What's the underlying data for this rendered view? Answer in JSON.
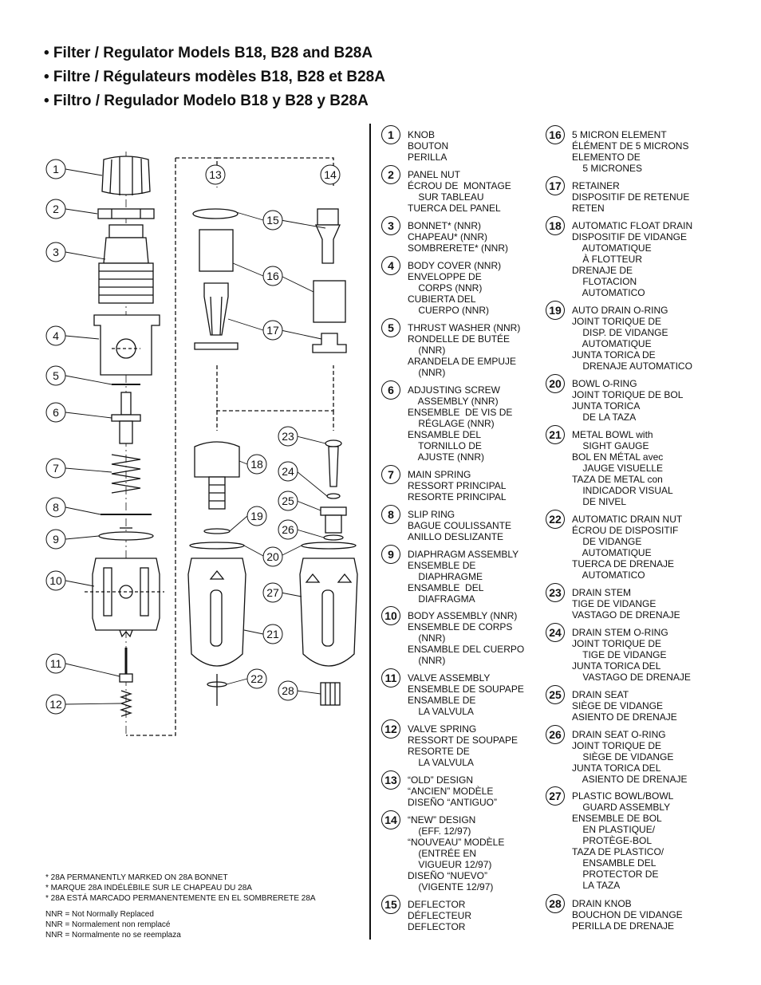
{
  "titles": [
    "• Filter / Regulator Models B18, B28 and B28A",
    "• Filtre / Régulateurs modèles B18, B28 et B28A",
    "• Filtro / Regulador Modelo B18 y B28 y B28A"
  ],
  "callouts": [
    "1",
    "2",
    "3",
    "4",
    "5",
    "6",
    "7",
    "8",
    "9",
    "10",
    "11",
    "12",
    "13",
    "14",
    "15",
    "16",
    "17",
    "18",
    "19",
    "20",
    "21",
    "22",
    "23",
    "24",
    "25",
    "26",
    "27",
    "28"
  ],
  "parts_left": [
    {
      "num": "1",
      "lines": [
        "KNOB",
        "BOUTON",
        "PERILLA"
      ]
    },
    {
      "num": "2",
      "lines": [
        "PANEL NUT",
        "ÉCROU DE  MONTAGE",
        "    SUR TABLEAU",
        "TUERCA DEL PANEL"
      ]
    },
    {
      "num": "3",
      "lines": [
        "BONNET* (NNR)",
        "CHAPEAU* (NNR)",
        "SOMBRERETE* (NNR)"
      ]
    },
    {
      "num": "4",
      "lines": [
        "BODY COVER (NNR)",
        "ENVELOPPE DE",
        "    CORPS (NNR)",
        "CUBIERTA DEL",
        "    CUERPO (NNR)"
      ]
    },
    {
      "num": "5",
      "lines": [
        "THRUST WASHER (NNR)",
        "RONDELLE DE BUTÉE",
        "    (NNR)",
        "ARANDELA DE EMPUJE",
        "    (NNR)"
      ]
    },
    {
      "num": "6",
      "lines": [
        "ADJUSTING SCREW",
        "    ASSEMBLY (NNR)",
        "ENSEMBLE  DE VIS DE",
        "    RÉGLAGE (NNR)",
        "ENSAMBLE DEL",
        "    TORNILLO DE",
        "    AJUSTE (NNR)"
      ]
    },
    {
      "num": "7",
      "lines": [
        "MAIN SPRING",
        "RESSORT PRINCIPAL",
        "RESORTE PRINCIPAL"
      ]
    },
    {
      "num": "8",
      "lines": [
        "SLIP RING",
        "BAGUE COULISSANTE",
        "ANILLO DESLIZANTE"
      ]
    },
    {
      "num": "9",
      "lines": [
        "DIAPHRAGM ASSEMBLY",
        "ENSEMBLE DE",
        "    DIAPHRAGME",
        "ENSAMBLE  DEL",
        "    DIAFRAGMA"
      ]
    },
    {
      "num": "10",
      "lines": [
        "BODY ASSEMBLY (NNR)",
        "ENSEMBLE DE CORPS",
        "    (NNR)",
        "ENSAMBLE DEL CUERPO",
        "    (NNR)"
      ]
    },
    {
      "num": "11",
      "lines": [
        "VALVE ASSEMBLY",
        "ENSEMBLE DE SOUPAPE",
        "ENSAMBLE DE",
        "    LA VALVULA"
      ]
    },
    {
      "num": "12",
      "lines": [
        "VALVE SPRING",
        "RESSORT DE SOUPAPE",
        "RESORTE DE",
        "    LA VALVULA"
      ]
    },
    {
      "num": "13",
      "lines": [
        "“OLD” DESIGN",
        "“ANCIEN” MODÈLE",
        "DISEÑO “ANTIGUO”"
      ]
    },
    {
      "num": "14",
      "lines": [
        "“NEW” DESIGN",
        "    (EFF. 12/97)",
        "“NOUVEAU” MODÈLE",
        "    (ENTRÉE EN",
        "    VIGUEUR 12/97)",
        "DISEÑO “NUEVO”",
        "    (VIGENTE 12/97)"
      ]
    },
    {
      "num": "15",
      "lines": [
        "DEFLECTOR",
        "DÉFLECTEUR",
        "DEFLECTOR"
      ]
    }
  ],
  "parts_right": [
    {
      "num": "16",
      "lines": [
        "5 MICRON ELEMENT",
        "ÉLÉMENT DE 5 MICRONS",
        "ELEMENTO DE",
        "    5 MICRONES"
      ]
    },
    {
      "num": "17",
      "lines": [
        "RETAINER",
        "DISPOSITIF DE RETENUE",
        "RETEN"
      ]
    },
    {
      "num": "18",
      "lines": [
        "AUTOMATIC FLOAT DRAIN",
        "DISPOSITIF DE VIDANGE",
        "    AUTOMATIQUE",
        "    À FLOTTEUR",
        "DRENAJE DE",
        "    FLOTACION",
        "    AUTOMATICO"
      ]
    },
    {
      "num": "19",
      "lines": [
        "AUTO DRAIN O-RING",
        "JOINT TORIQUE DE",
        "    DISP. DE VIDANGE",
        "    AUTOMATIQUE",
        "JUNTA TORICA DE",
        "    DRENAJE AUTOMATICO"
      ]
    },
    {
      "num": "20",
      "lines": [
        "BOWL O-RING",
        "JOINT TORIQUE DE BOL",
        "JUNTA TORICA",
        "    DE LA TAZA"
      ]
    },
    {
      "num": "21",
      "lines": [
        "METAL BOWL with",
        "    SIGHT GAUGE",
        "BOL EN MÉTAL avec",
        "    JAUGE VISUELLE",
        "TAZA DE METAL con",
        "    INDICADOR VISUAL",
        "    DE NIVEL"
      ]
    },
    {
      "num": "22",
      "lines": [
        "AUTOMATIC DRAIN NUT",
        "ÉCROU DE DISPOSITIF",
        "    DE VIDANGE",
        "    AUTOMATIQUE",
        "TUERCA DE DRENAJE",
        "    AUTOMATICO"
      ]
    },
    {
      "num": "23",
      "lines": [
        "DRAIN STEM",
        "TIGE DE VIDANGE",
        "VASTAGO DE DRENAJE"
      ]
    },
    {
      "num": "24",
      "lines": [
        "DRAIN STEM O-RING",
        "JOINT TORIQUE DE",
        "    TIGE DE VIDANGE",
        "JUNTA TORICA DEL",
        "    VASTAGO DE DRENAJE"
      ]
    },
    {
      "num": "25",
      "lines": [
        "DRAIN SEAT",
        "SIÈGE DE VIDANGE",
        "ASIENTO DE DRENAJE"
      ]
    },
    {
      "num": "26",
      "lines": [
        "DRAIN SEAT O-RING",
        "JOINT TORIQUE DE",
        "    SIÈGE DE VIDANGE",
        "JUNTA TORICA DEL",
        "    ASIENTO DE DRENAJE"
      ]
    },
    {
      "num": "27",
      "lines": [
        "PLASTIC BOWL/BOWL",
        "    GUARD ASSEMBLY",
        "ENSEMBLE DE BOL",
        "    EN PLASTIQUE/",
        "    PROTÈGE-BOL",
        "TAZA DE PLASTICO/",
        "    ENSAMBLE DEL",
        "    PROTECTOR DE",
        "    LA TAZA"
      ]
    },
    {
      "num": "28",
      "lines": [
        "DRAIN KNOB",
        "BOUCHON DE VIDANGE",
        "PERILLA DE DRENAJE"
      ]
    }
  ],
  "footnotes": [
    "* 28A PERMANENTLY MARKED ON 28A BONNET",
    "* MARQUE 28A INDÉLÉBILE SUR LE CHAPEAU DU 28A",
    "* 28A ESTÁ MARCADO PERMANENTEMENTE EN EL SOMBRERETE 28A",
    "NNR = Not Normally Replaced",
    "NNR = Normalement non remplacé",
    "NNR = Normalmente no se reemplaza"
  ]
}
